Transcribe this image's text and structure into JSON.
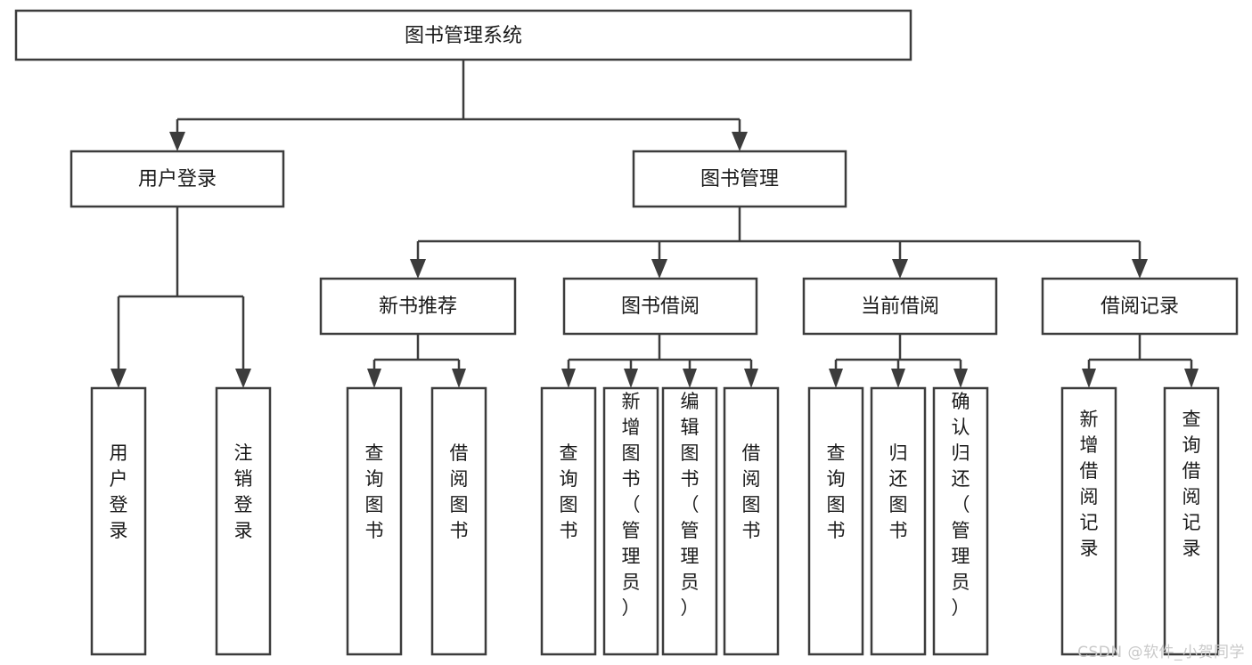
{
  "diagram": {
    "type": "tree-hierarchy",
    "title": "图书管理系统",
    "watermark": "CSDN @软件_小贺同学",
    "colors": {
      "box_stroke": "#3c3c3c",
      "box_fill": "#ffffff",
      "text": "#1a1a1a",
      "connector": "#3c3c3c",
      "background": "#ffffff",
      "watermark": "#c9c9c9"
    },
    "levels": {
      "root": {
        "label": "图书管理系统"
      },
      "level2": [
        {
          "label": "用户登录"
        },
        {
          "label": "图书管理"
        }
      ],
      "level3": [
        {
          "label": "新书推荐"
        },
        {
          "label": "图书借阅"
        },
        {
          "label": "当前借阅"
        },
        {
          "label": "借阅记录"
        }
      ],
      "leaves": {
        "user_login": [
          {
            "label": "用户登录"
          },
          {
            "label": "注销登录"
          }
        ],
        "new_book_recommend": [
          {
            "label": "查询图书"
          },
          {
            "label": "借阅图书"
          }
        ],
        "book_borrow": [
          {
            "label": "查询图书"
          },
          {
            "label": "新增图书（管理员）"
          },
          {
            "label": "编辑图书（管理员）"
          },
          {
            "label": "借阅图书"
          }
        ],
        "current_borrow": [
          {
            "label": "查询图书"
          },
          {
            "label": "归还图书"
          },
          {
            "label": "确认归还（管理员）"
          }
        ],
        "borrow_record": [
          {
            "label": "新增借阅记录"
          },
          {
            "label": "查询借阅记录"
          }
        ]
      }
    }
  }
}
